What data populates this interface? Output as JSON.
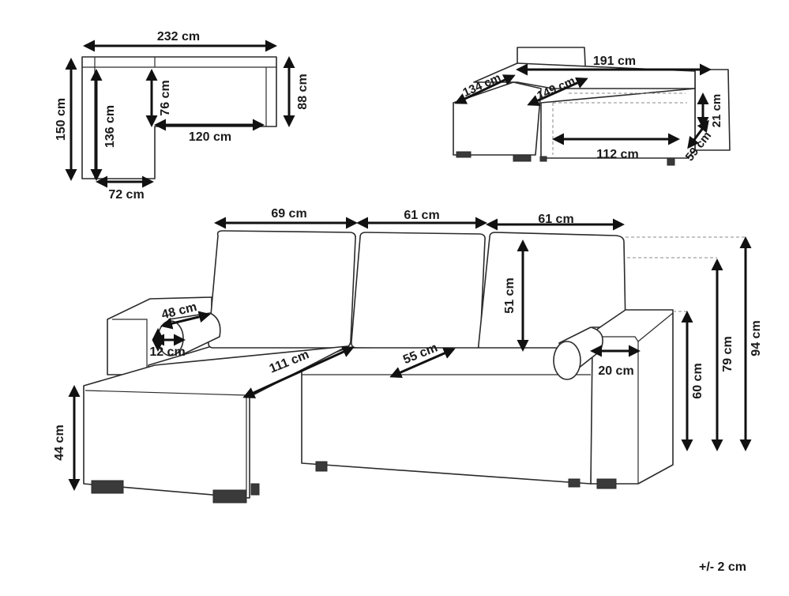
{
  "diagram": {
    "top_view": {
      "width": "232 cm",
      "depth_total": "150 cm",
      "chaise_inner_depth": "136 cm",
      "seat_depth": "76 cm",
      "back_depth": "88 cm",
      "seat_length": "120 cm",
      "chaise_width": "72 cm"
    },
    "bed_view": {
      "length": "191 cm",
      "chaise_length": "134 cm",
      "bed_length": "149 cm",
      "bed_height": "21 cm",
      "bed_width": "112 cm",
      "bed_depth": "59 cm"
    },
    "front_view": {
      "cushion_1_width": "69 cm",
      "cushion_2_width": "61 cm",
      "cushion_3_width": "61 cm",
      "backrest_cushion_height": "51 cm",
      "bolster_length": "48 cm",
      "bolster_diameter": "12 cm",
      "chaise_seat_length": "111 cm",
      "seat_depth": "55 cm",
      "armrest_width": "20 cm",
      "seat_height": "44 cm",
      "armrest_height": "60 cm",
      "back_height": "79 cm",
      "total_height": "94 cm"
    },
    "tolerance": "+/- 2 cm"
  }
}
